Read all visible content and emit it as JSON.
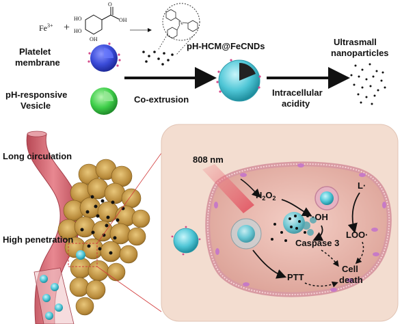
{
  "top": {
    "fe_ion": "Fe",
    "fe_charge": "3+",
    "plus": "+",
    "acid_oh": "OH",
    "acid_o": "O",
    "ring_oh": [
      "HO",
      "HO",
      "OH"
    ],
    "complex_fe": "Fe",
    "platelet_membrane": [
      "Platelet",
      "membrane"
    ],
    "ph_vesicle": [
      "pH-responsive",
      "Vesicle"
    ],
    "coextrusion": "Co-extrusion",
    "product": "pH-HCM@FeCNDs",
    "intracellular": [
      "Intracellular",
      "acidity"
    ],
    "ultrasmall": [
      "Ultrasmall",
      "nanoparticles"
    ]
  },
  "bottom": {
    "long_circulation": "Long circulation",
    "high_penetration": "High penetration",
    "laser": "808 nm",
    "h2o2": "H",
    "h2o2_sub": "2",
    "h2o2_o": "O",
    "h2o2_sub2": "2",
    "oh_radical": "·OH",
    "lipid_radical": "L·",
    "lipid_peroxide": "LOO·",
    "caspase": "Caspase 3",
    "ptt": "PTT",
    "cell_death": [
      "Cell",
      "death"
    ]
  },
  "colors": {
    "platelet": "#3a4bd8",
    "vesicle": "#3fcf4a",
    "nanoparticle": "#4fc6d6",
    "vessel": "#d8626e",
    "tumor": "#c39a4a",
    "cell_bg": "#f3ddd0",
    "cell_body": "#e8b8ae",
    "laser": "#e04b5a"
  }
}
